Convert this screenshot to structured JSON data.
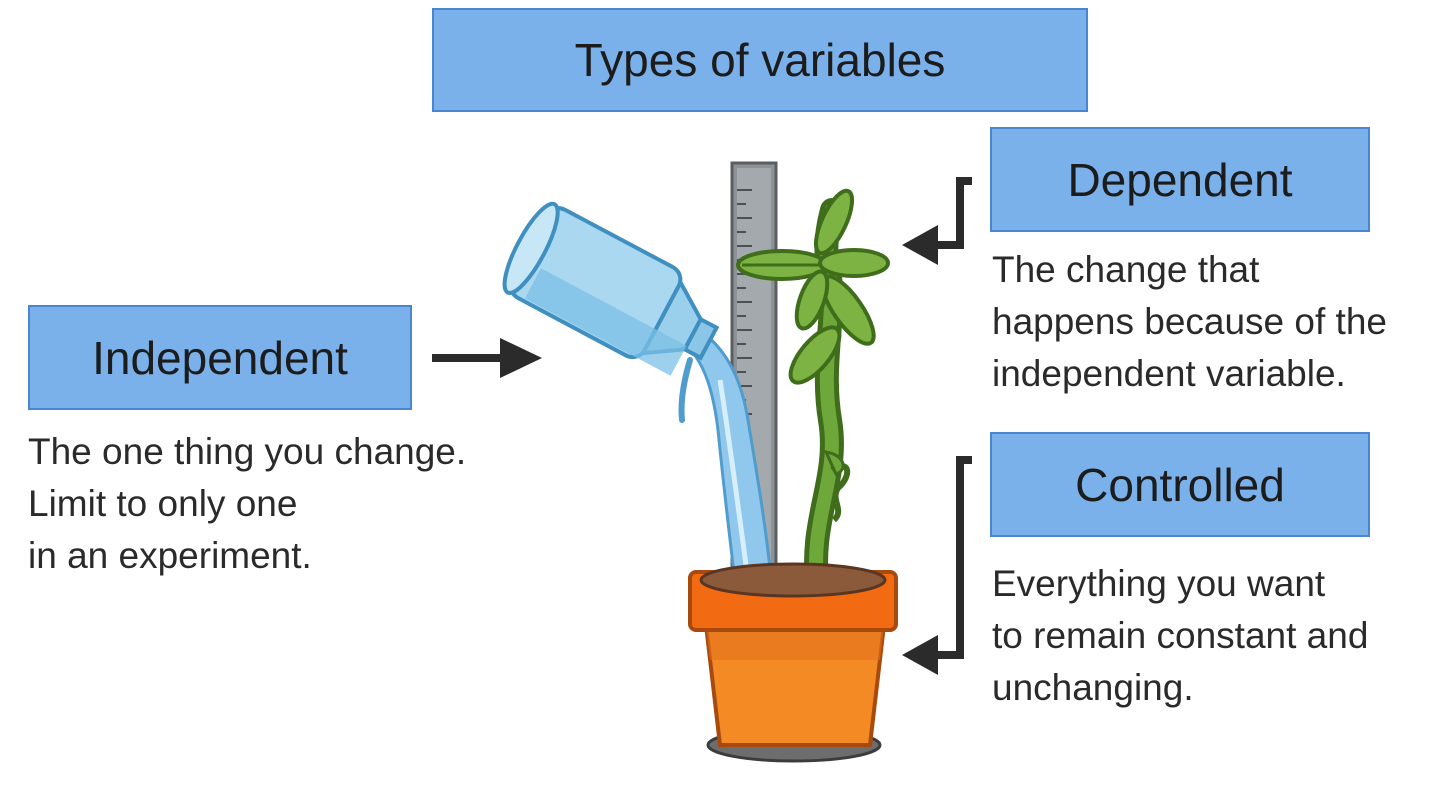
{
  "title": "Types of variables",
  "independent": {
    "label": "Independent",
    "description": [
      "The one thing you change.",
      "Limit to only one",
      "in an experiment."
    ]
  },
  "dependent": {
    "label": "Dependent",
    "description": [
      "The change that",
      "happens because of the",
      "independent variable."
    ]
  },
  "controlled": {
    "label": "Controlled",
    "description": [
      "Everything you want",
      "to remain constant and",
      "unchanging."
    ]
  },
  "colors": {
    "label_box": "#7bb1ea",
    "label_border": "#4a86cf",
    "arrow": "#2b2b2b",
    "pot": "#f27a1a",
    "water": "#8fc8ec",
    "plant": "#5c8f2c"
  },
  "icons": [
    "watering-bottle-icon",
    "ruler-icon",
    "plant-icon",
    "flower-pot-icon",
    "arrow-icon"
  ]
}
